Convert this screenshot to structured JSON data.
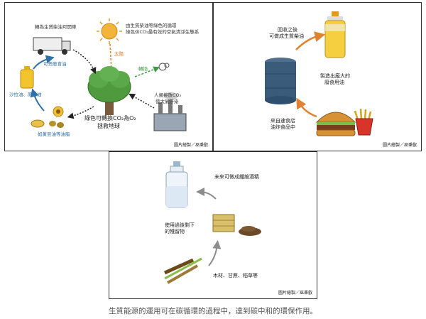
{
  "panel1": {
    "truck_label": "轉為生質柴油可開車",
    "sun_label_1": "由生質柴油等綠色的循環",
    "sun_label_2": "綠色休CO₂最有效的空氣清淨生態系",
    "sun_word": "太陽",
    "recycle_label": "可丟廢食油",
    "oil_label": "沙拉油、原料油",
    "release_label": "轉換",
    "factory_label_1": "人類排放CO₂",
    "factory_label_2": "使大氣汙染",
    "tree_label_1": "綠色可轉換CO₂為O₂",
    "tree_label_2": "拯救地球",
    "crop_label": "如黃豆油等油脂",
    "credit": "圖片繪製／巫秉叡"
  },
  "panel2": {
    "top_label_1": "回收之後",
    "top_label_2": "可做成生質柴油",
    "middle_label_1": "製造出龐大的",
    "middle_label_2": "廢食用油",
    "bottom_label_1": "來自速食店",
    "bottom_label_2": "油炸食品中",
    "credit": "圖片繪製／巫秉叡"
  },
  "panel3": {
    "top_label": "未來可做成纖維酒精",
    "middle_label_1": "使用過後剩下",
    "middle_label_2": "的殘留物",
    "bottom_label": "木材、甘蔗、稻草等",
    "credit": "圖片繪製／巫秉叡"
  },
  "caption": "生質能源的運用可在碳循環的過程中，達到碳中和的環保作用。",
  "colors": {
    "arrow_orange": "#e0822f",
    "arrow_blue": "#2f6fa8",
    "arrow_green": "#3f9a46",
    "arrow_gray": "#8c8c8c",
    "tree_green": "#4f9a3c"
  }
}
